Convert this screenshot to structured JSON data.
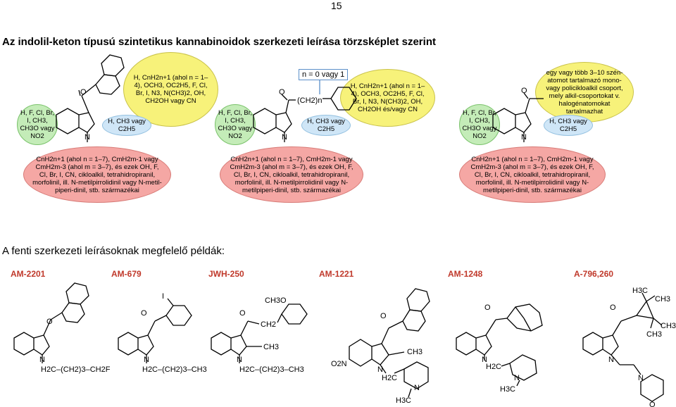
{
  "page_number": "15",
  "heading": "Az indolil-keton típusú szintetikus kannabinoidok szerkezeti leírása törzsképlet szerint",
  "subheading": "A fenti szerkezeti leírásoknak megfelelő példák:",
  "formula1": {
    "green": "H, F, Cl, Br, I, CH3, CH3O vagy NO2",
    "yellow": "H, CnH2n+1 (ahol n = 1–4), OCH3, OC2H5, F, Cl, Br, I, N3, N(CH3)2, OH, CH2OH vagy CN",
    "blue": "H, CH3 vagy C2H5",
    "red": "CnH2n+1 (ahol n = 1–7), CmH2m-1 vagy CmH2m-3 (ahol m = 3–7), és ezek OH, F, Cl, Br, I, CN, cikloalkil, tetrahidropiranil, morfolinil, ill. N-metilpirrolidinil vagy N-metil-piperi-dinil, stb. származékai"
  },
  "formula2": {
    "n_label": "n = 0 vagy 1",
    "green": "H, F, Cl, Br, I, CH3, CH3O vagy NO2",
    "yellow": "H, CnH2n+1 (ahol n = 1–4), OCH3, OC2H5, F, Cl, Br, I, N3, N(CH3)2, OH, CH2OH és/vagy CN",
    "blue": "H, CH3 vagy C2H5",
    "red": "CnH2n+1 (ahol n = 1–7), CmH2m-1 vagy CmH2m-3 (ahol m = 3–7), és ezek OH, F, Cl, Br, I, CN, cikloalkil, tetrahidropiranil, morfolinil, ill. N-metilpirrolidinil vagy N-metilpiperi-dinil, stb. származékai"
  },
  "formula3": {
    "green": "H, F, Cl, Br, I, CH3, CH3O vagy NO2",
    "yellow": "egy vagy több 3–10 szén-atomot tartalmazó mono-vagy policikloalkil csoport, mely alkil-csoportokat v. halogénatomokat tartalmazhat",
    "blue": "H, CH3 vagy C2H5",
    "red": "CnH2n+1 (ahol n = 1–7), CmH2m-1 vagy CmH2m-3 (ahol m = 3–7), és ezek OH, F, Cl, Br, I, CN, cikloalkil, tetrahidropiranil, morfolinil, ill. N-metilpirrolidinil vagy N-metilpiperi-dinil, stb. származékai"
  },
  "examples": [
    "AM-2201",
    "AM-679",
    "JWH-250",
    "AM-1221",
    "AM-1248",
    "A-796,260"
  ],
  "chem_labels": {
    "O": "O",
    "N": "N",
    "I": "I",
    "ch2n": "(CH2)n",
    "am2201_chain": "H2C–(CH2)3–CH2F",
    "am679_chain": "H2C–(CH2)3–CH3",
    "jwh250_chain": "H2C–(CH2)3–CH3",
    "ch3o": "CH3O",
    "ch2": "CH2",
    "ch3": "CH3",
    "o2n": "O2N",
    "h2c": "H2C",
    "h3c": "H3C"
  }
}
